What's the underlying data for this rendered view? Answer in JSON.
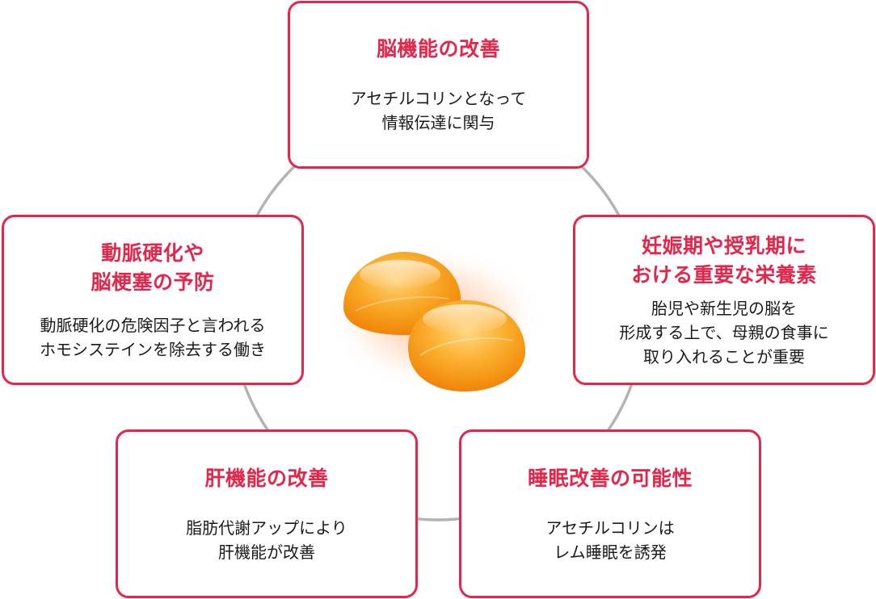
{
  "diagram": {
    "center_image": "egg-yolks-illustration",
    "colors": {
      "accent": "#e5264b",
      "ring": "#b3b3b3",
      "text": "#1a1a1a",
      "yolk": "#f7a21b"
    },
    "benefits": {
      "top": {
        "title": "脳機能の改善",
        "desc": "アセチルコリンとなって\n情報伝達に関与"
      },
      "left": {
        "title": "動脈硬化や\n脳梗塞の予防",
        "desc": "動脈硬化の危険因子と言われる\nホモシステインを除去する働き"
      },
      "right": {
        "title": "妊娠期や授乳期に\nおける重要な栄養素",
        "desc": "胎児や新生児の脳を\n形成する上で、母親の食事に\n取り入れることが重要"
      },
      "bottom_left": {
        "title": "肝機能の改善",
        "desc": "脂肪代謝アップにより\n肝機能が改善"
      },
      "bottom_right": {
        "title": "睡眠改善の可能性",
        "desc": "アセチルコリンは\nレム睡眠を誘発"
      }
    }
  }
}
